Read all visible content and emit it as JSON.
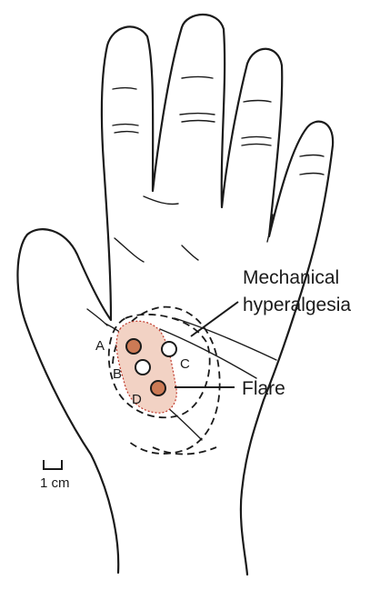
{
  "labels": {
    "mechanical_line1": "Mechanical",
    "mechanical_line2": "hyperalgesia",
    "flare": "Flare",
    "scale": "1 cm"
  },
  "points": [
    {
      "id": "A",
      "filled": true
    },
    {
      "id": "B",
      "filled": false
    },
    {
      "id": "C",
      "filled": false
    },
    {
      "id": "D",
      "filled": true
    }
  ],
  "colors": {
    "flare_fill": "#f2d2c4",
    "flare_border": "#c0392b",
    "filled_point": "#cc7a55",
    "line": "#1a1a1a"
  }
}
